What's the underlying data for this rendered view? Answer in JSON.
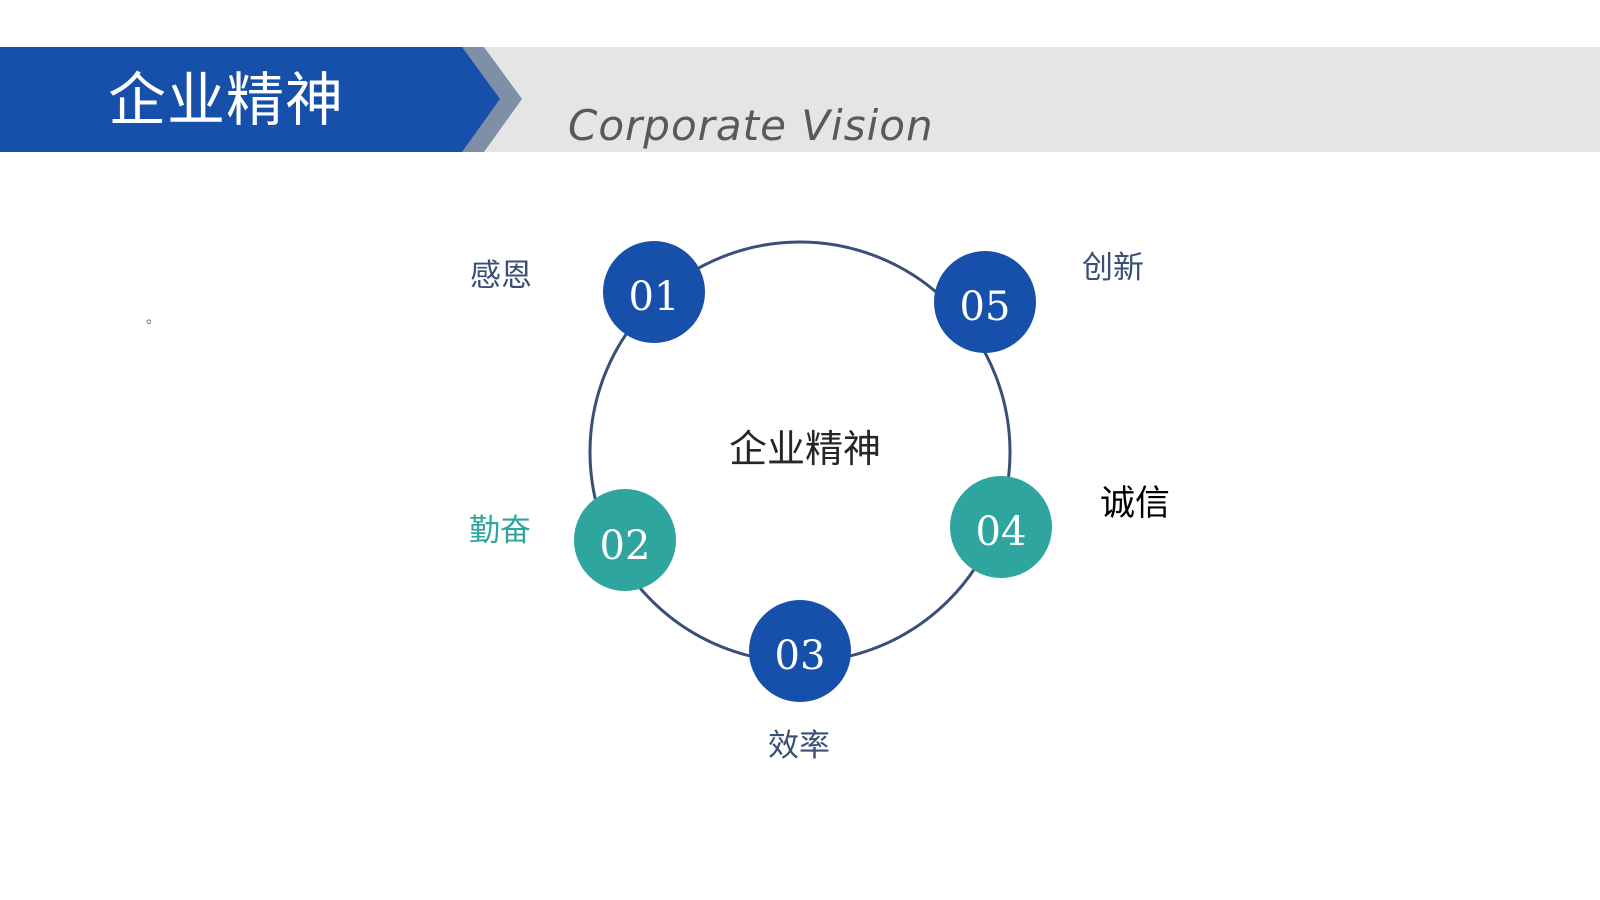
{
  "header": {
    "title": "企业精神",
    "subtitle": "Corporate Vision",
    "title_bg": "#1650aa",
    "chevron_color": "#7f8fa8",
    "band_color": "#e5e5e5"
  },
  "side_note": "。",
  "diagram": {
    "center_label": "企业精神",
    "ring_color": "#3a4f75",
    "nodes": [
      {
        "number": "01",
        "label": "感恩",
        "color": "#1650aa",
        "label_color": "#3a4f75"
      },
      {
        "number": "02",
        "label": "勤奋",
        "color": "#2ea59f",
        "label_color": "#2ea59f"
      },
      {
        "number": "03",
        "label": "效率",
        "color": "#1650aa",
        "label_color": "#3a4f75"
      },
      {
        "number": "04",
        "label": "诚信",
        "color": "#2ea59f",
        "label_color": "#000000"
      },
      {
        "number": "05",
        "label": "创新",
        "color": "#1650aa",
        "label_color": "#3a4f75"
      }
    ]
  }
}
